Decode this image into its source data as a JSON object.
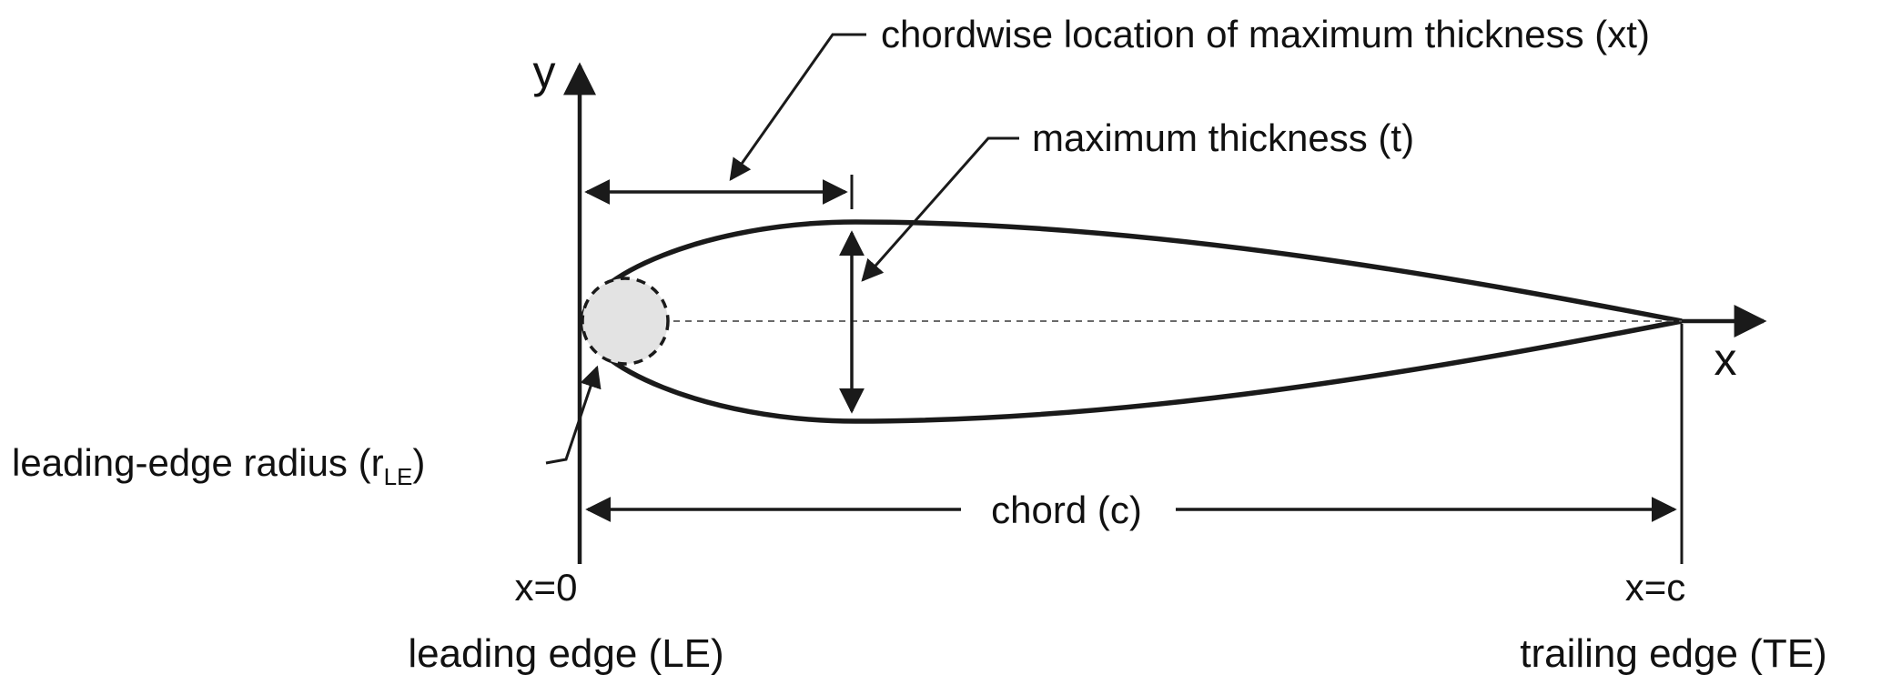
{
  "diagram": {
    "labels": {
      "chordwise_location": "chordwise location of maximum thickness (xt)",
      "maximum_thickness": "maximum thickness (t)",
      "leading_edge_radius_pre": "leading-edge radius (r",
      "leading_edge_radius_sub": "LE",
      "leading_edge_radius_post": ")",
      "chord": "chord (c)",
      "axis_x": "x",
      "axis_y": "y",
      "x_equals_zero": "x=0",
      "x_equals_c": "x=c",
      "leading_edge": "leading edge (LE)",
      "trailing_edge": "trailing edge (TE)"
    },
    "colors": {
      "line": "#1a1a1a",
      "background": "#ffffff",
      "leading_edge_circle_fill": "#e3e3e3"
    }
  }
}
